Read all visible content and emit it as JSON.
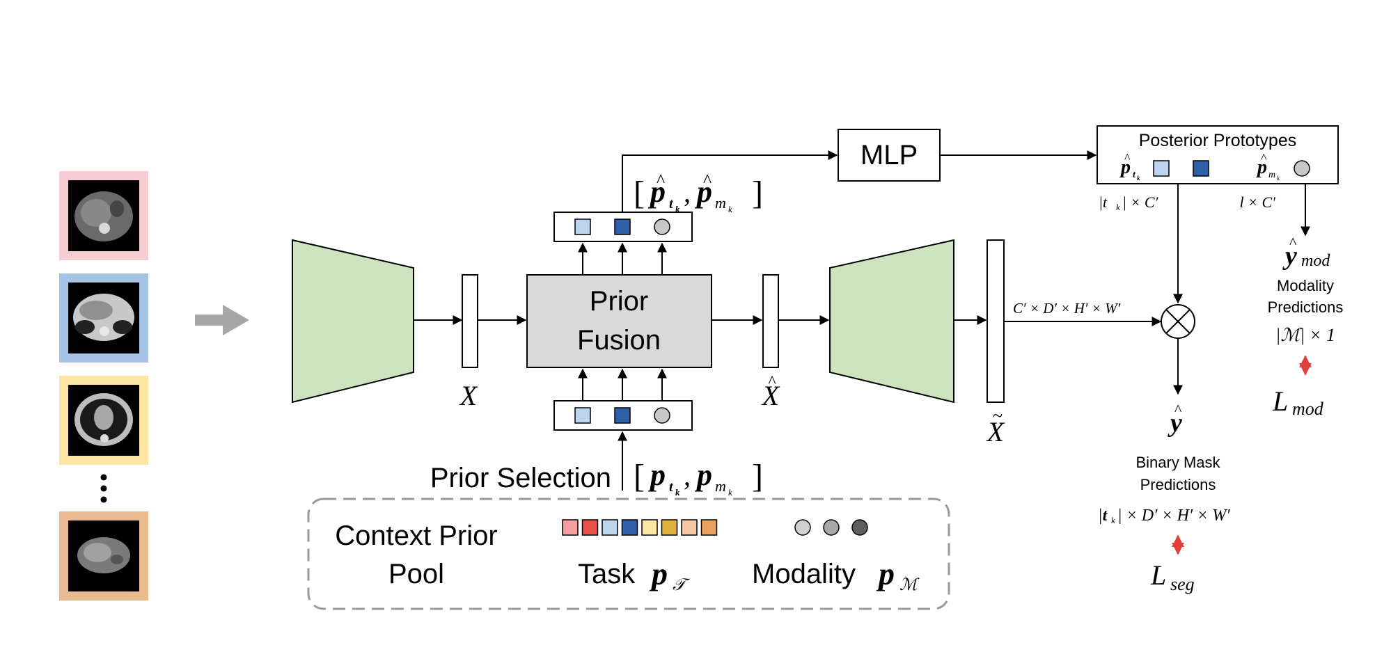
{
  "prior_fusion": {
    "line1": "Prior",
    "line2": "Fusion"
  },
  "mlp": {
    "label": "MLP"
  },
  "posterior": {
    "title": "Posterior Prototypes"
  },
  "feature_labels": {
    "x": "X",
    "x_hat": "X",
    "x_tilde": "X"
  },
  "prior_selection": {
    "label": "Prior Selection"
  },
  "pool": {
    "title_line1": "Context Prior",
    "title_line2": "Pool",
    "task_label": "Task",
    "modality_label": "Modality",
    "task_colors": [
      "#f4a0a0",
      "#e8504a",
      "#bcd4ee",
      "#2f5fa6",
      "#fbe6a6",
      "#e0b13c",
      "#f3c6a4",
      "#e9a05e"
    ],
    "modality_colors": [
      "#d0d0d0",
      "#a8a8a8",
      "#5e5e5e"
    ]
  },
  "slice_frames": [
    "#f7cdd3",
    "#a6c3e6",
    "#fbe6a1",
    "#e9b98f"
  ],
  "dims": {
    "feature": "C′ × D′ × H′ × W′",
    "task_proto": "|t",
    "task_proto_tail": "| × C′",
    "mod_proto": "l × C′",
    "mod_out": "|ℳ| × 1",
    "seg_out_tail": "| × D′ × H′ × W′"
  },
  "outputs": {
    "y_mod": "y",
    "y_mod_sub": "mod",
    "modality_pred_line1": "Modality",
    "modality_pred_line2": "Predictions",
    "l_mod": "L",
    "l_mod_sub": "mod",
    "y": "y",
    "binary_pred_line1": "Binary Mask",
    "binary_pred_line2": "Predictions",
    "l_seg": "L",
    "l_seg_sub": "seg"
  },
  "colors": {
    "encoder": "#cde3bf",
    "fusion_box": "#d9d9d9",
    "light_blue": "#bcd4ee",
    "dark_blue": "#2f5fa6",
    "gray_circle": "#c8c8c8",
    "loss_arrow": "#e0403a"
  }
}
